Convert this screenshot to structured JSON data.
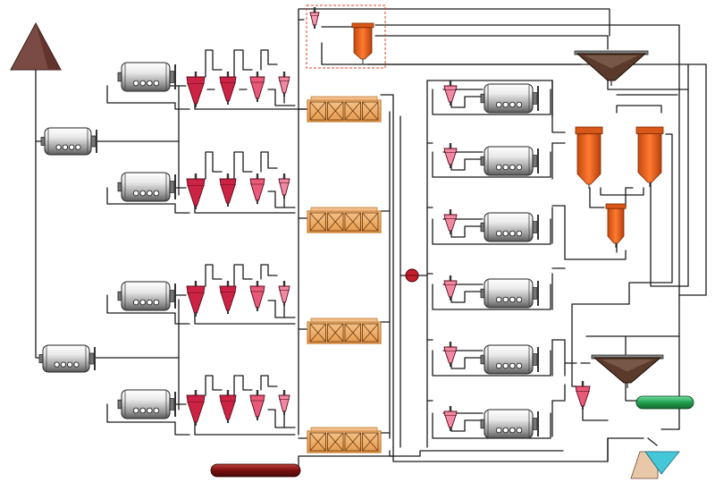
{
  "colors": {
    "background": "#ffffff",
    "pipe": "#1a1a1a",
    "stockpile": "#7a4a44",
    "mill_body": "#e8e8e8",
    "cyclone_primary": "#cc2244",
    "cyclone_secondary": "#e85a78",
    "cyclone_small": "#f08aa2",
    "flotation_cell": "#f2b06a",
    "flotation_frame": "#c77b2e",
    "column_cell": "#ee6622",
    "thickener": "#5a3a2a",
    "tailings_pipe": "#8b1a1a",
    "concentrate_pipe": "#2aa35a",
    "filter_cyan": "#44c8d8",
    "filter_tan": "#e8c8a8",
    "dashed_box": "#e04020",
    "pump": "#c41e2e"
  },
  "icons": {
    "stockpile": "triangle-stockpile-icon",
    "mill": "ball-mill-icon",
    "cyclone": "hydrocyclone-icon",
    "flotation_bank": "flotation-bank-icon",
    "column": "flotation-column-icon",
    "thickener": "thickener-icon",
    "pump": "pump-icon",
    "filter": "filter-icon"
  },
  "units": {
    "stockpiles": 1,
    "primary_mills": 2,
    "secondary_mills": 4,
    "regrind_mills": 6,
    "flotation_banks": 4,
    "column_cells": 4,
    "thickeners": 2
  }
}
